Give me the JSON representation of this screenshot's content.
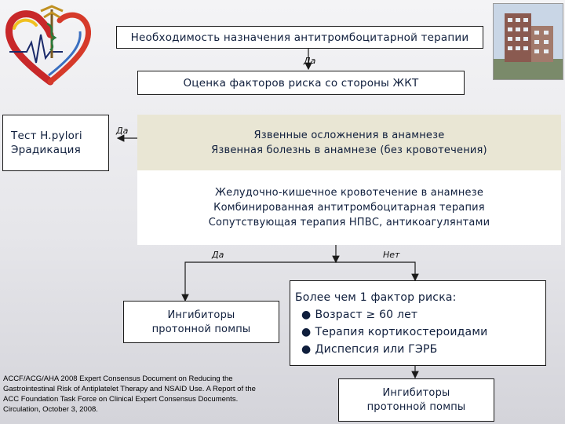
{
  "top_box": "Необходимость назначения антитромбоцитарной терапии",
  "label_yes_top": "Да",
  "risk_box": "Оценка факторов риска со стороны ЖКТ",
  "test_box": {
    "line1": "Тест H.pylori",
    "line2": "Эрадикация"
  },
  "label_yes_left": "Да",
  "ulcer_box": {
    "line1": "Язвенные осложнения в анамнезе",
    "line2": "Язвенная болезнь в анамнезе (без кровотечения)"
  },
  "bleeding_box": {
    "line1": "Желудочно-кишечное кровотечение в анамнезе",
    "line2": "Комбинированная антитромбоцитарная терапия",
    "line3": "Сопутствующая терапия НПВС, антикоагулянтами"
  },
  "label_yes_bottom": "Да",
  "label_no_bottom": "Нет",
  "ppi_box_left": {
    "line1": "Ингибиторы",
    "line2": "протонной помпы"
  },
  "risk_factors_box": {
    "title": "Более чем 1 фактор риска:",
    "items": [
      "Возраст ≥ 60 лет",
      "Терапия кортикостероидами",
      "Диспепсия или ГЭРБ"
    ]
  },
  "ppi_box_right": {
    "line1": "Ингибиторы",
    "line2": "протонной помпы"
  },
  "reference": [
    "ACCF/ACG/AHA 2008 Expert Consensus Document on Reducing the",
    "Gastrointestinal Risk of Antiplatelet Therapy and NSAID Use. A Report of the",
    "ACC Foundation Task Force on Clinical Expert Consensus Documents.",
    "Circulation, October  3, 2008."
  ],
  "colors": {
    "ulcer_fill": "#e9e6d4",
    "text": "#0f1e3c",
    "line": "#1a1a1a"
  },
  "icons": {
    "logo": "heart-ecg-logo-icon",
    "photo": "hospital-building-photo"
  }
}
